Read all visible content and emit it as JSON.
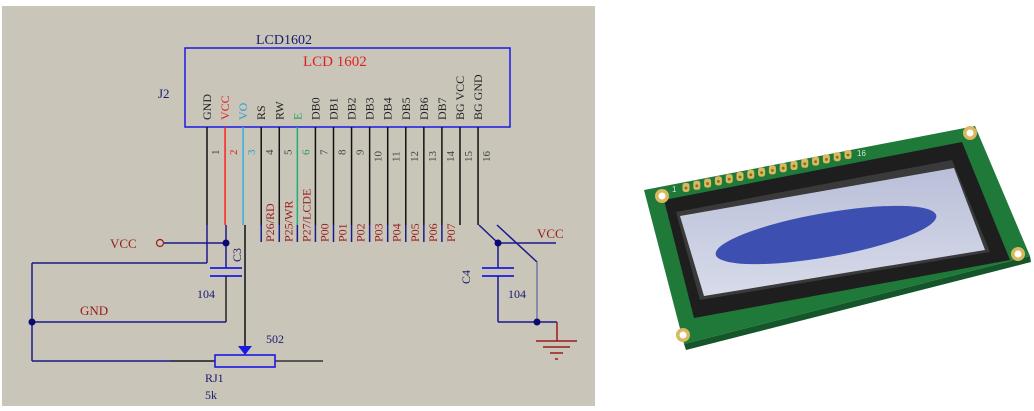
{
  "schematic": {
    "component_title": "LCD1602",
    "component_inner_title": "LCD 1602",
    "designator": "J2",
    "pins": [
      {
        "num": "1",
        "name": "GND",
        "net": "",
        "color": "#222222",
        "wire": "#111111"
      },
      {
        "num": "2",
        "name": "VCC",
        "net": "",
        "color": "#e02020",
        "wire": "#ff2020"
      },
      {
        "num": "3",
        "name": "VO",
        "net": "",
        "color": "#20a0d0",
        "wire": "#30b0e0"
      },
      {
        "num": "4",
        "name": "RS",
        "net": "P26/RD",
        "color": "#222222",
        "wire": "#111111"
      },
      {
        "num": "5",
        "name": "RW",
        "net": "P25/WR",
        "color": "#222222",
        "wire": "#111111"
      },
      {
        "num": "6",
        "name": "E",
        "net": "P27/LCDE",
        "color": "#20a060",
        "wire": "#20b070"
      },
      {
        "num": "7",
        "name": "DB0",
        "net": "P00",
        "color": "#222222",
        "wire": "#111111"
      },
      {
        "num": "8",
        "name": "DB1",
        "net": "P01",
        "color": "#222222",
        "wire": "#111111"
      },
      {
        "num": "9",
        "name": "DB2",
        "net": "P02",
        "color": "#222222",
        "wire": "#111111"
      },
      {
        "num": "10",
        "name": "DB3",
        "net": "P03",
        "color": "#222222",
        "wire": "#111111"
      },
      {
        "num": "11",
        "name": "DB4",
        "net": "P04",
        "color": "#222222",
        "wire": "#111111"
      },
      {
        "num": "12",
        "name": "DB5",
        "net": "P05",
        "color": "#222222",
        "wire": "#111111"
      },
      {
        "num": "13",
        "name": "DB6",
        "net": "P06",
        "color": "#222222",
        "wire": "#111111"
      },
      {
        "num": "14",
        "name": "DB7",
        "net": "P07",
        "color": "#222222",
        "wire": "#111111"
      },
      {
        "num": "15",
        "name": "BG VCC",
        "net": "",
        "color": "#222222",
        "wire": "#111111"
      },
      {
        "num": "16",
        "name": "BG GND",
        "net": "",
        "color": "#222222",
        "wire": "#111111"
      }
    ],
    "labels": {
      "vcc_left": "VCC",
      "gnd": "GND",
      "c3": "C3",
      "c3_value": "104",
      "c4": "C4",
      "c4_value": "104",
      "vcc_right": "VCC",
      "pot_value": "502",
      "pot_designator": "RJ1",
      "pot_resistance": "5k"
    },
    "colors": {
      "background": "#c9c5b9",
      "component_outline": "#1a1ae6",
      "wire": "#1a1a8c",
      "junction": "#0a0a70",
      "net_label": "#9a1a1a",
      "designator": "#1a1a6e"
    }
  },
  "photo": {
    "pin_marker_first": "1",
    "pin_marker_last": "16",
    "pin_count": 16,
    "colors": {
      "pcb": "#1f7a3a",
      "bezel": "#1e1e1e",
      "screen": "#c9cfe6",
      "backlight_blob": "#3d4fb0",
      "pad": "#d9b860"
    }
  }
}
